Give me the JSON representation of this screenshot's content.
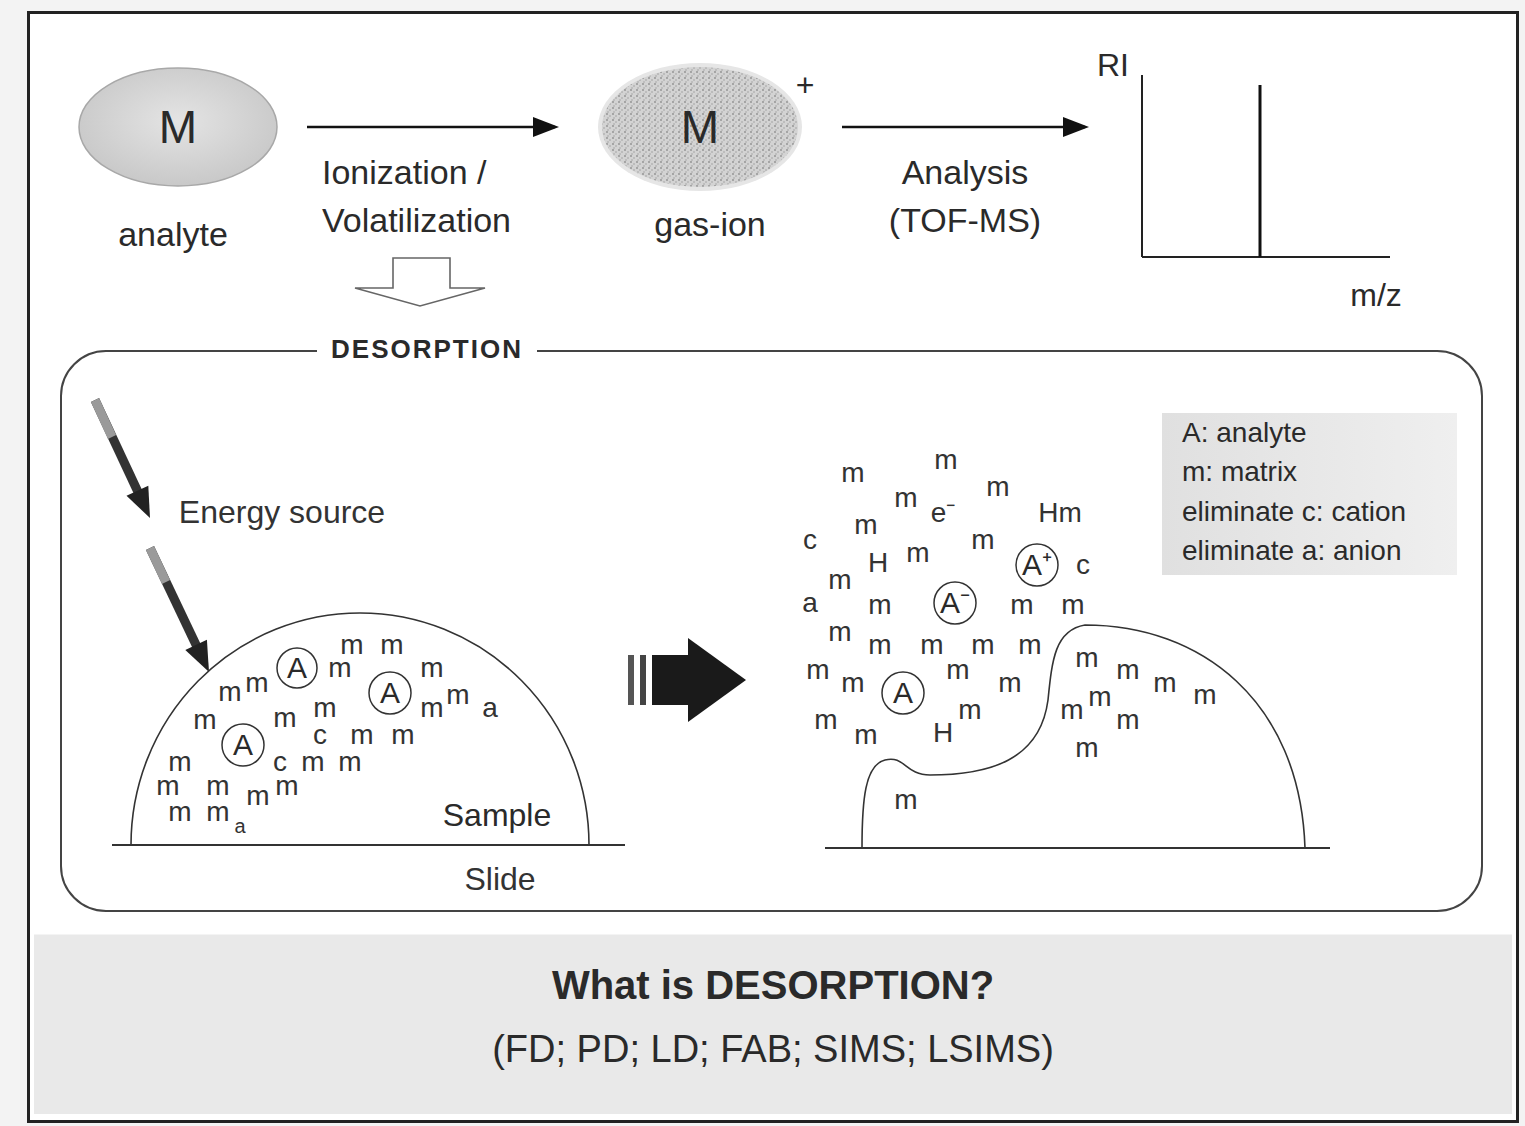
{
  "diagram": {
    "nodes": [
      {
        "text": [
          "M",
          "analyte"
        ]
      },
      {
        "text": [
          "M",
          "+",
          "gas-ion"
        ]
      },
      {
        "text": [
          "RI",
          "m/z"
        ]
      },
      {
        "text": [
          "DESORPTION"
        ]
      },
      {
        "text": [
          "Sample"
        ],
        "in": 3
      },
      {
        "text": [
          "A"
        ],
        "in": 4
      },
      {
        "text": [
          "A"
        ],
        "in": 4
      },
      {
        "text": [
          "A"
        ],
        "in": 4
      },
      {
        "text": [
          "A⁺"
        ],
        "in": 3
      },
      {
        "text": [
          "A⁻"
        ],
        "in": 3
      },
      {
        "text": [
          "A"
        ],
        "in": 3
      },
      {
        "text": [
          "A: analyte",
          "m: matrix",
          "eliminate c: cation",
          "eliminate a: anion"
        ],
        "in": 3
      },
      {
        "text": [
          "What is DESORPTION?",
          "(FD; PD; LD; FAB; SIMS; LSIMS)"
        ]
      }
    ],
    "edges": [
      {
        "from": 0,
        "to": 1,
        "arrow": "to",
        "label": "Ionization / Volatilization"
      },
      {
        "from": 1,
        "to": 2,
        "arrow": "to",
        "label": "Analysis (TOF-MS)"
      }
    ],
    "labels": [
      "Energy source",
      "m",
      "m",
      "m",
      "m",
      "m",
      "m",
      "m",
      "m",
      "a",
      "m",
      "m",
      "m",
      "c",
      "m",
      "m",
      "m",
      "c",
      "m",
      "m",
      "m",
      "m",
      "m",
      "m",
      "m",
      "m",
      "a",
      "Slide",
      "m",
      "m",
      "m",
      "m",
      "e⁻",
      "Hm",
      "c",
      "m",
      "m",
      "H",
      "m",
      "c",
      "m",
      "a",
      "m",
      "m",
      "m",
      "m",
      "m",
      "m",
      "m",
      "m",
      "m",
      "m",
      "m",
      "m",
      "m",
      "m",
      "m",
      "m",
      "m",
      "m",
      "m",
      "m",
      "H",
      "m",
      "m",
      "m",
      "m"
    ]
  }
}
